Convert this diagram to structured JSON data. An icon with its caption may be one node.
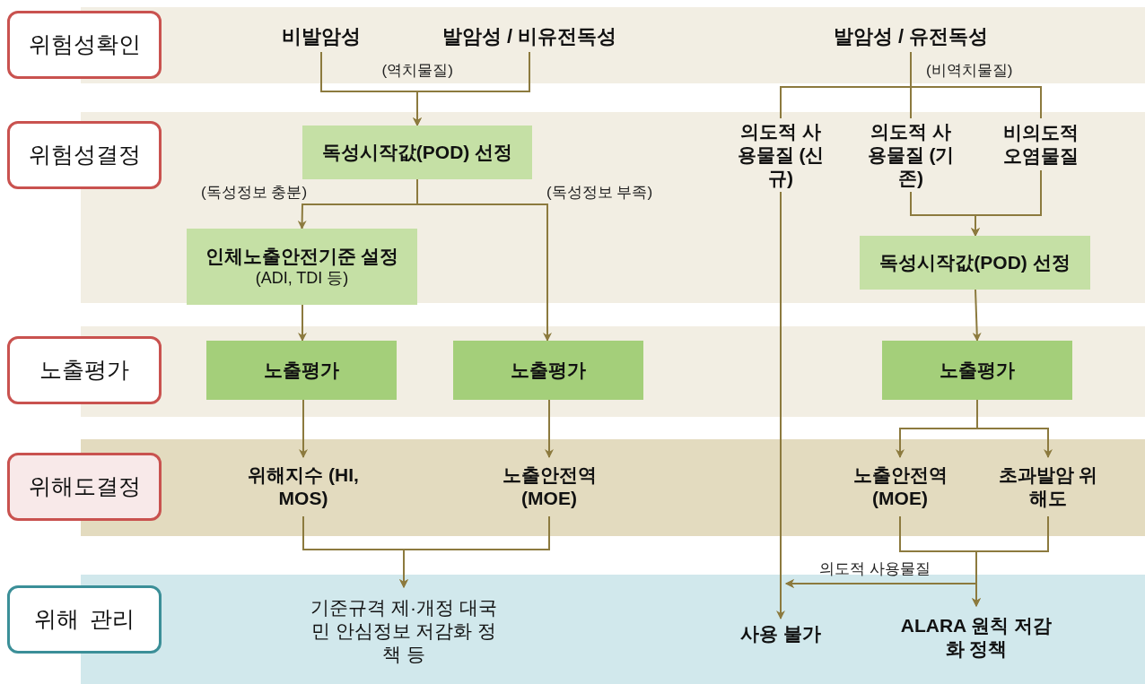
{
  "diagram": {
    "nodes": [
      {
        "text": [
          "위험성확인"
        ]
      },
      {
        "text": [
          "위험성결정"
        ]
      },
      {
        "text": [
          "노출평가"
        ]
      },
      {
        "text": [
          "위해도결정"
        ]
      },
      {
        "text": [
          "위해 관리"
        ]
      },
      {
        "text": [
          "비발암성"
        ]
      },
      {
        "text": [
          "발암성 / 비유전독성"
        ]
      },
      {
        "text": [
          "발암성 / 유전독성"
        ]
      },
      {
        "text": [
          "독성시작값(POD) 선정"
        ]
      },
      {
        "text": [
          "의도적 사용물질 (신규)"
        ]
      },
      {
        "text": [
          "의도적 사용물질 (기존)"
        ]
      },
      {
        "text": [
          "비의도적 오염물질"
        ]
      },
      {
        "text": [
          "인체노출안전기준 설정",
          "(ADI, TDI 등)"
        ]
      },
      {
        "text": [
          "독성시작값(POD) 선정"
        ]
      },
      {
        "text": [
          "노출평가"
        ]
      },
      {
        "text": [
          "노출평가"
        ]
      },
      {
        "text": [
          "노출평가"
        ]
      },
      {
        "text": [
          "위해지수 (HI, MOS)"
        ]
      },
      {
        "text": [
          "노출안전역 (MOE)"
        ]
      },
      {
        "text": [
          "노출안전역 (MOE)"
        ]
      },
      {
        "text": [
          "초과발암 위해도"
        ]
      },
      {
        "text": [
          "기준규격 제·개정 대국민 안심정보 저감화 정책 등"
        ]
      },
      {
        "text": [
          "사용 불가"
        ]
      },
      {
        "text": [
          "ALARA 원칙 저감화 정책"
        ]
      }
    ],
    "edges": [
      {
        "from": 5,
        "to": 8,
        "arrow": "to",
        "label": "(역치물질)"
      },
      {
        "from": 6,
        "to": 8,
        "arrow": "to"
      },
      {
        "from": 8,
        "to": 12,
        "arrow": "to",
        "label": "(독성정보 충분)"
      },
      {
        "from": 8,
        "to": 15,
        "arrow": "to",
        "label": "(독성정보 부족)"
      },
      {
        "from": 7,
        "to": 9,
        "arrow": "none"
      },
      {
        "from": 7,
        "to": 10,
        "arrow": "none",
        "label": "(비역치물질)"
      },
      {
        "from": 7,
        "to": 11,
        "arrow": "none"
      },
      {
        "from": 10,
        "to": 13,
        "arrow": "to"
      },
      {
        "from": 11,
        "to": 13,
        "arrow": "to"
      },
      {
        "from": 12,
        "to": 14,
        "arrow": "to"
      },
      {
        "from": 13,
        "to": 16,
        "arrow": "to"
      },
      {
        "from": 14,
        "to": 17,
        "arrow": "to"
      },
      {
        "from": 15,
        "to": 18,
        "arrow": "to"
      },
      {
        "from": 16,
        "to": 19,
        "arrow": "to"
      },
      {
        "from": 16,
        "to": 20,
        "arrow": "to"
      },
      {
        "from": 17,
        "to": 21,
        "arrow": "to"
      },
      {
        "from": 18,
        "to": 21,
        "arrow": "to"
      },
      {
        "from": 9,
        "to": 22,
        "arrow": "to"
      },
      {
        "from": 19,
        "to": 23,
        "arrow": "to"
      },
      {
        "from": 20,
        "to": 23,
        "arrow": "to"
      },
      {
        "from": 19,
        "to": 22,
        "arrow": "to",
        "label": "의도적 사용물질"
      },
      {
        "from": 20,
        "to": 22,
        "arrow": "to"
      }
    ]
  }
}
